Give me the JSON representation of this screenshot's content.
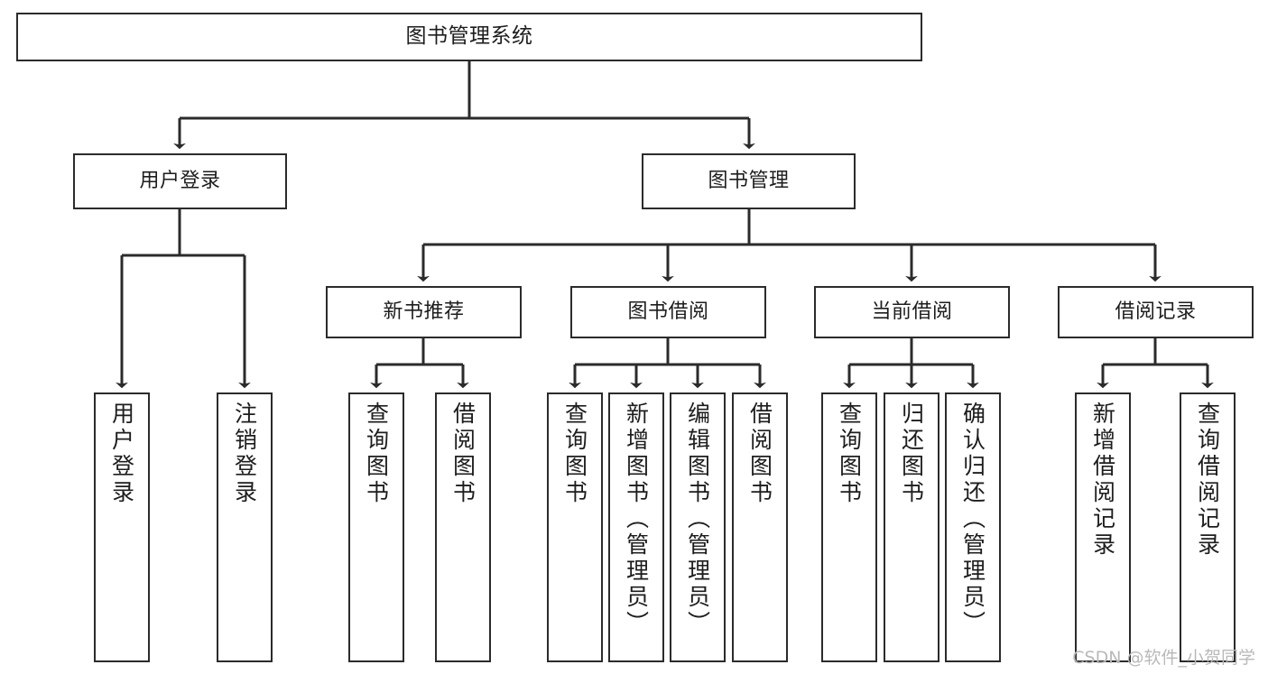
{
  "diagram": {
    "type": "tree",
    "title": "图书管理系统",
    "watermark": "CSDN @软件_小贺同学",
    "colors": {
      "box_border": "#2b2b2b",
      "box_fill": "#ffffff",
      "connector": "#2b2b2b",
      "text": "#1d1d1d",
      "watermark": "#b9b9b9",
      "background": "#ffffff"
    },
    "root": {
      "id": "root",
      "label": "图书管理系统"
    },
    "level2": [
      {
        "id": "user-login",
        "label": "用户登录"
      },
      {
        "id": "book-manage",
        "label": "图书管理"
      }
    ],
    "level3": [
      {
        "id": "new-book-rec",
        "label": "新书推荐",
        "parent": "book-manage"
      },
      {
        "id": "book-borrow",
        "label": "图书借阅",
        "parent": "book-manage"
      },
      {
        "id": "current-borrow",
        "label": "当前借阅",
        "parent": "book-manage"
      },
      {
        "id": "borrow-record",
        "label": "借阅记录",
        "parent": "book-manage"
      }
    ],
    "leaves": {
      "user-login": [
        {
          "id": "leaf-user-login",
          "label": "用户登录"
        },
        {
          "id": "leaf-logout",
          "label": "注销登录"
        }
      ],
      "new-book-rec": [
        {
          "id": "leaf-query-book-1",
          "label": "查询图书"
        },
        {
          "id": "leaf-borrow-book-1",
          "label": "借阅图书"
        }
      ],
      "book-borrow": [
        {
          "id": "leaf-query-book-2",
          "label": "查询图书"
        },
        {
          "id": "leaf-add-book",
          "label": "新增图书（管理员）"
        },
        {
          "id": "leaf-edit-book",
          "label": "编辑图书（管理员）"
        },
        {
          "id": "leaf-borrow-book-2",
          "label": "借阅图书"
        }
      ],
      "current-borrow": [
        {
          "id": "leaf-query-book-3",
          "label": "查询图书"
        },
        {
          "id": "leaf-return-book",
          "label": "归还图书"
        },
        {
          "id": "leaf-confirm-return",
          "label": "确认归还（管理员）"
        }
      ],
      "borrow-record": [
        {
          "id": "leaf-add-record",
          "label": "新增借阅记录"
        },
        {
          "id": "leaf-query-record",
          "label": "查询借阅记录"
        }
      ]
    }
  }
}
